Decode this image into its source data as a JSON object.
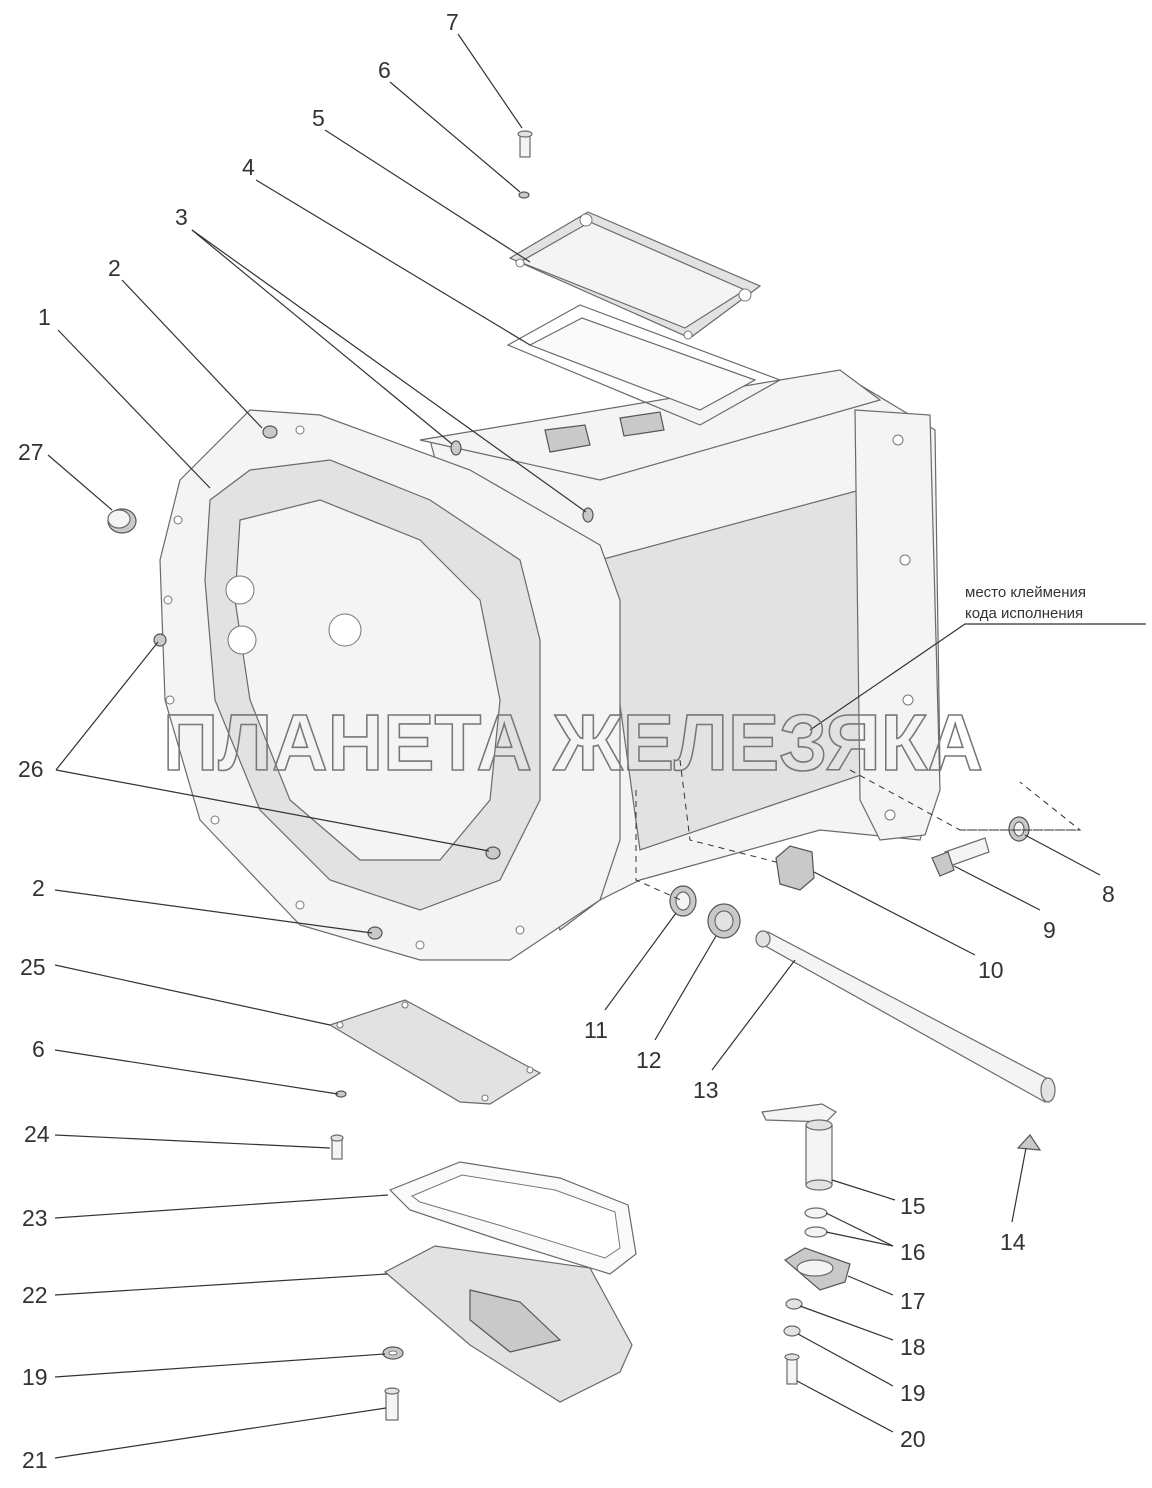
{
  "callouts": {
    "c1": "1",
    "c2a": "2",
    "c2b": "2",
    "c3": "3",
    "c4": "4",
    "c5": "5",
    "c6a": "6",
    "c6b": "6",
    "c7": "7",
    "c8": "8",
    "c9": "9",
    "c10": "10",
    "c11": "11",
    "c12": "12",
    "c13": "13",
    "c14": "14",
    "c15": "15",
    "c16": "16",
    "c17": "17",
    "c18": "18",
    "c19a": "19",
    "c19b": "19",
    "c20": "20",
    "c21": "21",
    "c22": "22",
    "c23": "23",
    "c24": "24",
    "c25": "25",
    "c26": "26",
    "c27": "27"
  },
  "note": {
    "line1": "место клеймения",
    "line2": "кода исполнения"
  },
  "watermark": "ПЛАНЕТА ЖЕЛЕЗЯКА"
}
